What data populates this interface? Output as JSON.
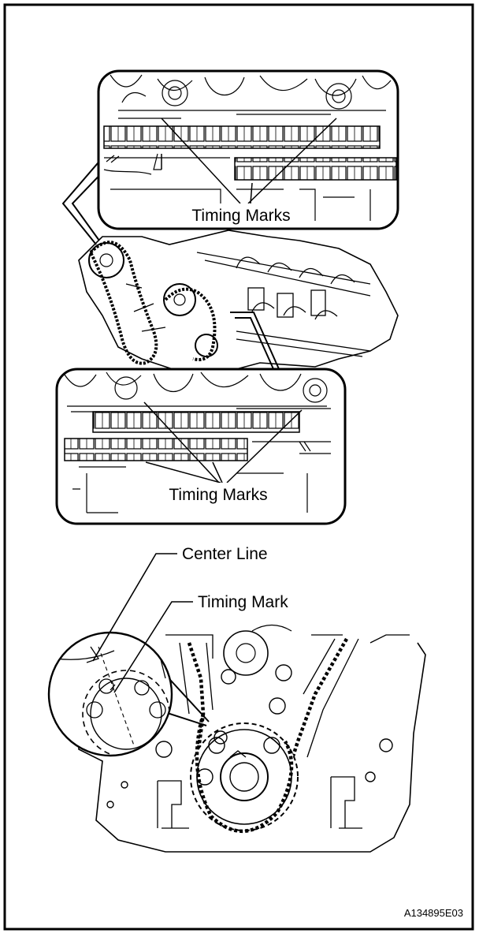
{
  "diagram": {
    "top_callout": {
      "label": "Timing Marks"
    },
    "middle_callout": {
      "label": "Timing Marks"
    },
    "bottom": {
      "center_line_label": "Center Line",
      "timing_mark_label": "Timing Mark"
    },
    "figure_id": "A134895E03"
  }
}
